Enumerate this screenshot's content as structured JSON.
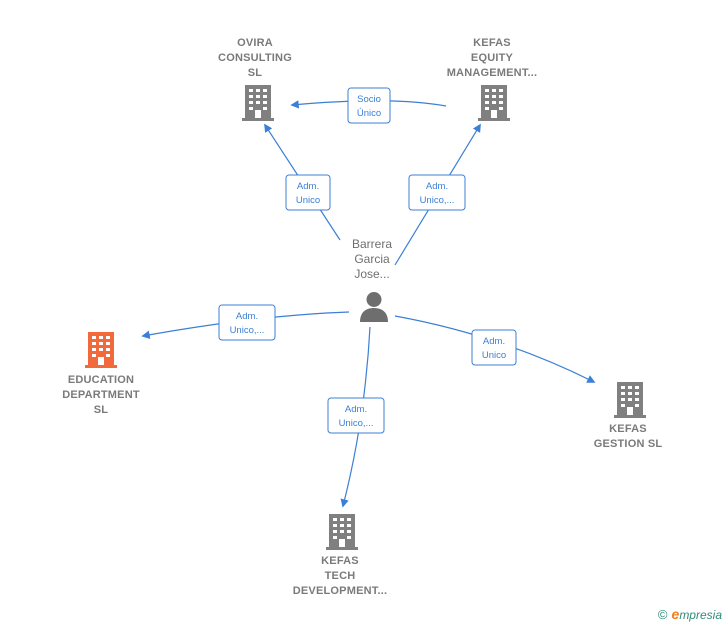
{
  "colors": {
    "edge": "#3b7fd6",
    "company_icon": "#808080",
    "highlight_icon": "#f26a3b",
    "person_icon": "#6e6e6e",
    "label": "#7a7a7a",
    "brand_e": "#f07f1f",
    "brand_text": "#2f8d7a"
  },
  "person": {
    "lines": [
      "Barrera",
      "Garcia",
      "Jose..."
    ],
    "icon": "person-icon"
  },
  "companies": [
    {
      "id": "ovira",
      "lines": [
        "OVIRA",
        "CONSULTING",
        "SL"
      ],
      "icon": "building-icon",
      "highlight": false
    },
    {
      "id": "kefas_equity",
      "lines": [
        "KEFAS",
        "EQUITY",
        "MANAGEMENT..."
      ],
      "icon": "building-icon",
      "highlight": false
    },
    {
      "id": "education",
      "lines": [
        "EDUCATION",
        "DEPARTMENT",
        "SL"
      ],
      "icon": "building-icon",
      "highlight": true
    },
    {
      "id": "kefas_gestion",
      "lines": [
        "KEFAS",
        "GESTION SL"
      ],
      "icon": "building-icon",
      "highlight": false
    },
    {
      "id": "kefas_tech",
      "lines": [
        "KEFAS",
        "TECH",
        "DEVELOPMENT..."
      ],
      "icon": "building-icon",
      "highlight": false
    }
  ],
  "edges": [
    {
      "id": "e_ovira",
      "from": "person",
      "to": "ovira",
      "label": [
        "Adm.",
        "Unico"
      ]
    },
    {
      "id": "e_equity",
      "from": "person",
      "to": "kefas_equity",
      "label": [
        "Adm.",
        "Unico,..."
      ]
    },
    {
      "id": "e_socio",
      "from": "kefas_equity",
      "to": "ovira",
      "label": [
        "Socio",
        "Único"
      ]
    },
    {
      "id": "e_education",
      "from": "person",
      "to": "education",
      "label": [
        "Adm.",
        "Unico,..."
      ]
    },
    {
      "id": "e_gestion",
      "from": "person",
      "to": "kefas_gestion",
      "label": [
        "Adm.",
        "Unico"
      ]
    },
    {
      "id": "e_tech",
      "from": "person",
      "to": "kefas_tech",
      "label": [
        "Adm.",
        "Unico,..."
      ]
    }
  ],
  "footer": {
    "copyright": "©",
    "brand_initial": "e",
    "brand_rest": "mpresia"
  }
}
